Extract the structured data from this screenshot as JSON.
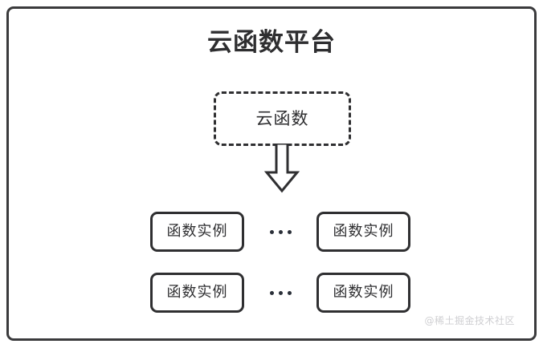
{
  "diagram": {
    "type": "architecture-block-diagram",
    "title": "云函数平台",
    "function_box": {
      "label": "云函数",
      "border_style": "dashed"
    },
    "arrow": {
      "icon": "down-block-arrow",
      "direction": "down"
    },
    "instance_rows": [
      {
        "left_instance": "函数实例",
        "ellipsis": "...",
        "right_instance": "函数实例"
      },
      {
        "left_instance": "函数实例",
        "ellipsis": "...",
        "right_instance": "函数实例"
      }
    ],
    "watermark": "@稀土掘金技术社区",
    "colors": {
      "stroke": "#2f2f31",
      "title": "#2e2e30",
      "frame": "#3a3a3c",
      "background": "#ffffff",
      "watermark": "#cfcfd2",
      "dot": "#2a2f38"
    }
  }
}
